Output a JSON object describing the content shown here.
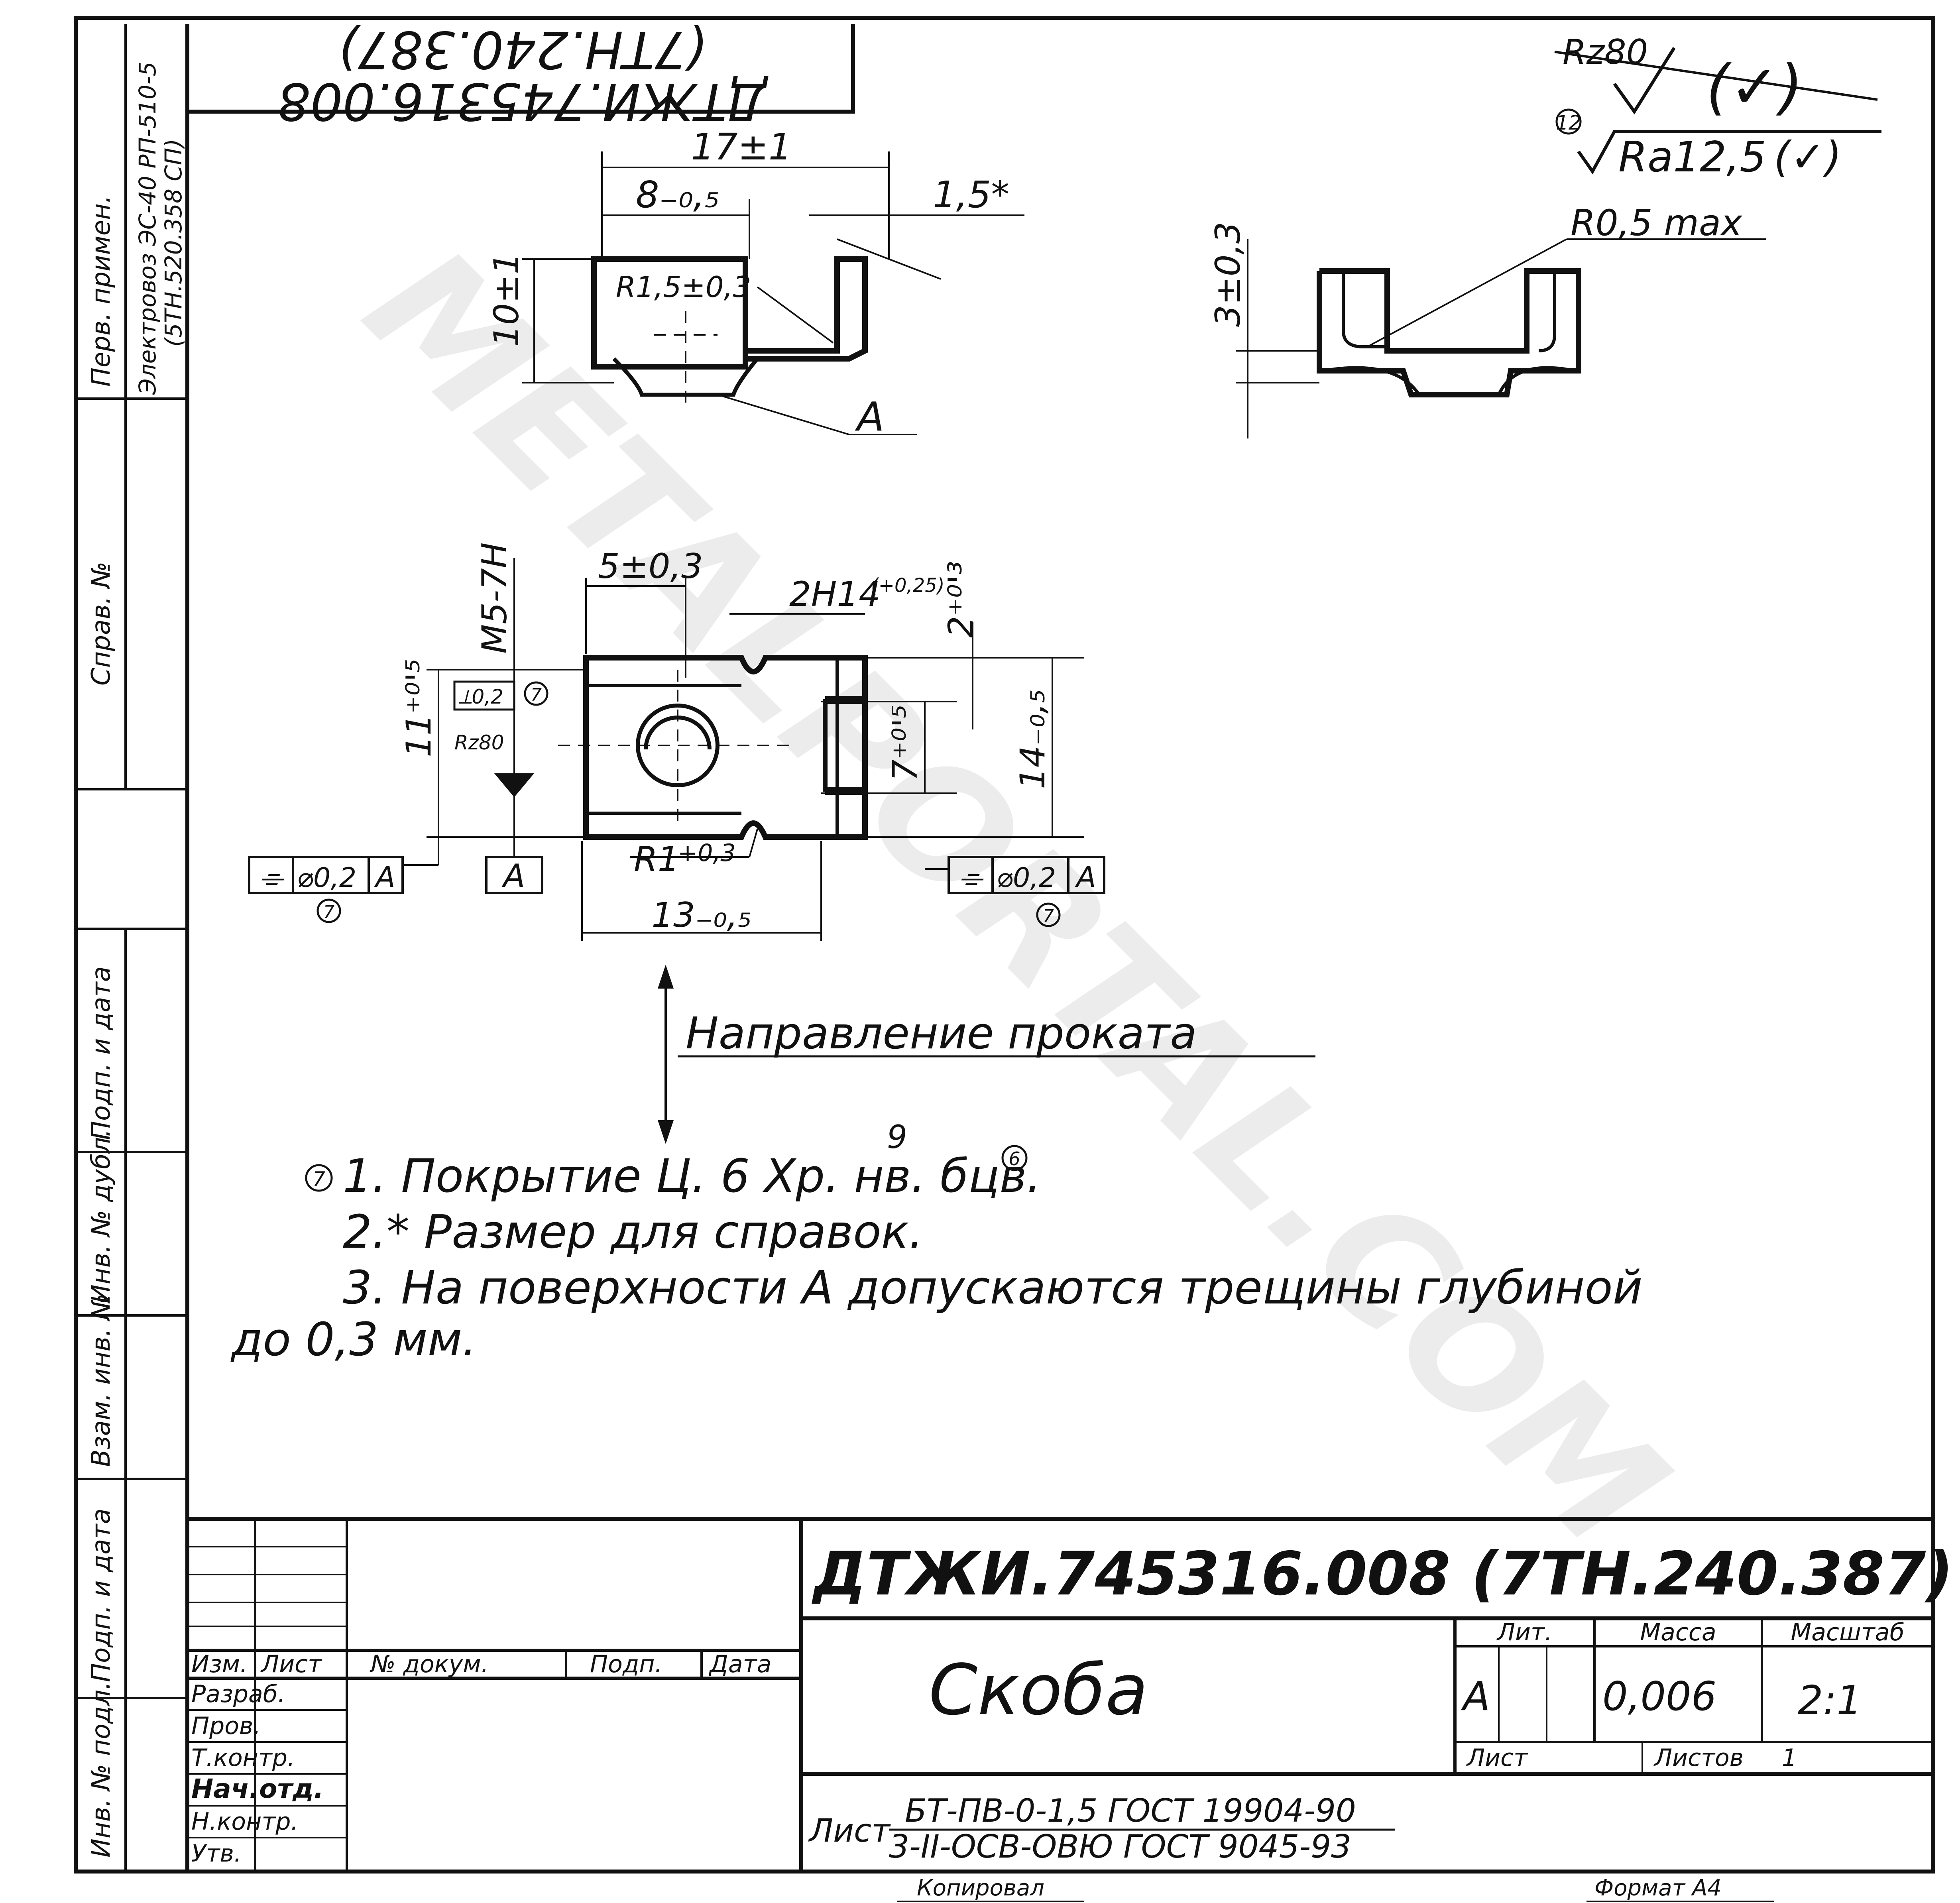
{
  "drawing": {
    "designation": "ДТЖИ.745316.008 (7ТН.240.387)",
    "designation_rotated_line1": "ДТЖИ.745316.008",
    "designation_rotated_line2": "(7ТН.240.387)",
    "part_name": "Скоба",
    "watermark": "METALPORTAL.COM"
  },
  "left_strip": {
    "perv_primen_label": "Перв. примен.",
    "perv_primen_value1": "Электровоз ЭС-40 РП-510-5",
    "perv_primen_value2": "(5ТН.520.358 СП)",
    "sprav_label": "Справ. №",
    "podp_data_label": "Подп. и дата",
    "inv_dubl_label": "Инв. № дубл.",
    "vzam_inv_label": "Взам. инв. №",
    "podp_data_label2": "Подп. и дата",
    "inv_podl_label": "Инв. № подл."
  },
  "roughness": {
    "rz": "Rz80",
    "check_paren": "(✓)",
    "circle_num": "12",
    "ra": "Ra12,5",
    "ra_paren": "(✓)"
  },
  "dims": {
    "d17": "17±1",
    "d8": "8₋₀,₅",
    "d15": "1,5*",
    "d10": "10±1",
    "r15": "R1,5±0,3",
    "leader_a": "А",
    "d3": "3±0,3",
    "r05": "R0,5 max",
    "m5": "M5-7H",
    "d5": "5±0,3",
    "d2h": "2H14",
    "d2h_tol": "(+0,25)",
    "d2": "2⁺⁰'³",
    "d11": "11⁺⁰'⁵",
    "d7": "7⁺⁰'⁵",
    "d14": "14₋₀,₅",
    "r1": "R1",
    "r1_tol": "+0,3",
    "d13": "13₋₀,₅",
    "datum": "А",
    "tol_left_sym": "⌯",
    "tol_left_val": "⌀0,2",
    "tol_left_ref": "А",
    "tol_right_sym": "⌯",
    "tol_right_val": "⌀0,2",
    "tol_right_ref": "А",
    "circle7": "7",
    "perp_small": "⟂0,2",
    "rz_small": "Rz80"
  },
  "rolling_direction": "Направление проката",
  "notes": {
    "circle7": "7",
    "n1": "1. Покрытие  Ц. 6 Хр. нв. бцв.",
    "n1_sup9": "9",
    "n1_sup6": "6",
    "n2": "2.* Размер  для  справок.",
    "n3": "3. На поверхности  А допускаются трещины глубиной",
    "n3b": "до  0,3 мм."
  },
  "title_block": {
    "col_izm": "Изм.",
    "col_list": "Лист",
    "col_ndok": "№ докум.",
    "col_podp": "Подп.",
    "col_data": "Дата",
    "razrab": "Разраб.",
    "prov": "Пров.",
    "tkontr": "Т.контр.",
    "nach_otd": "Нач.отд.",
    "nkontr": "Н.контр.",
    "utv": "Утв.",
    "lit_label": "Лит.",
    "massa_label": "Масса",
    "masshtab_label": "Масштаб",
    "lit_value": "А",
    "massa_value": "0,006",
    "masshtab_value": "2:1",
    "list_label": "Лист",
    "listov_label": "Листов",
    "listov_value": "1",
    "material_prefix": "Лист",
    "material_line1": "БТ-ПВ-0-1,5 ГОСТ 19904-90",
    "material_line2": "3-II-ОСВ-ОВЮ ГОСТ 9045-93"
  },
  "footer": {
    "kopiroval": "Копировал",
    "format": "Формат А4"
  }
}
